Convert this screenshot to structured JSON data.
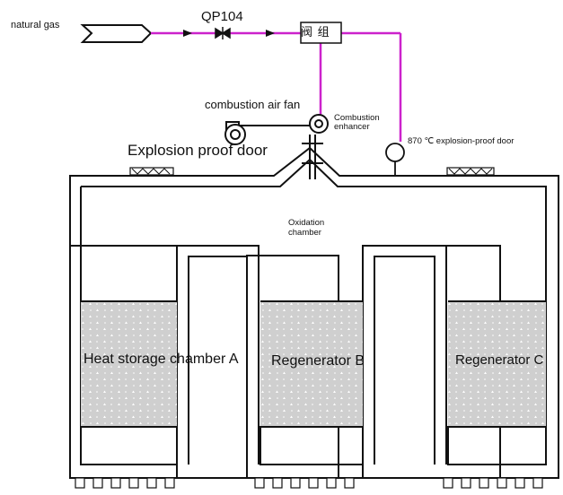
{
  "labels": {
    "natural_gas": "natural gas",
    "valve_id": "QP104",
    "valve_box": "阀 组",
    "combustion_air_fan": "combustion air fan",
    "combustion_enhancer": "Combustion enhancer",
    "explosion_proof_door": "Explosion proof door",
    "explosion_proof_door_870": "870 ℃ explosion-proof door",
    "oxidation_chamber": "Oxidation chamber",
    "heat_storage_a": "Heat storage chamber A",
    "regenerator_b": "Regenerator B",
    "regenerator_c": "Regenerator C"
  },
  "colors": {
    "gas_line": "#cc22cc",
    "outline": "#111111",
    "media_fill": "#cfcfcf",
    "background": "#ffffff"
  }
}
